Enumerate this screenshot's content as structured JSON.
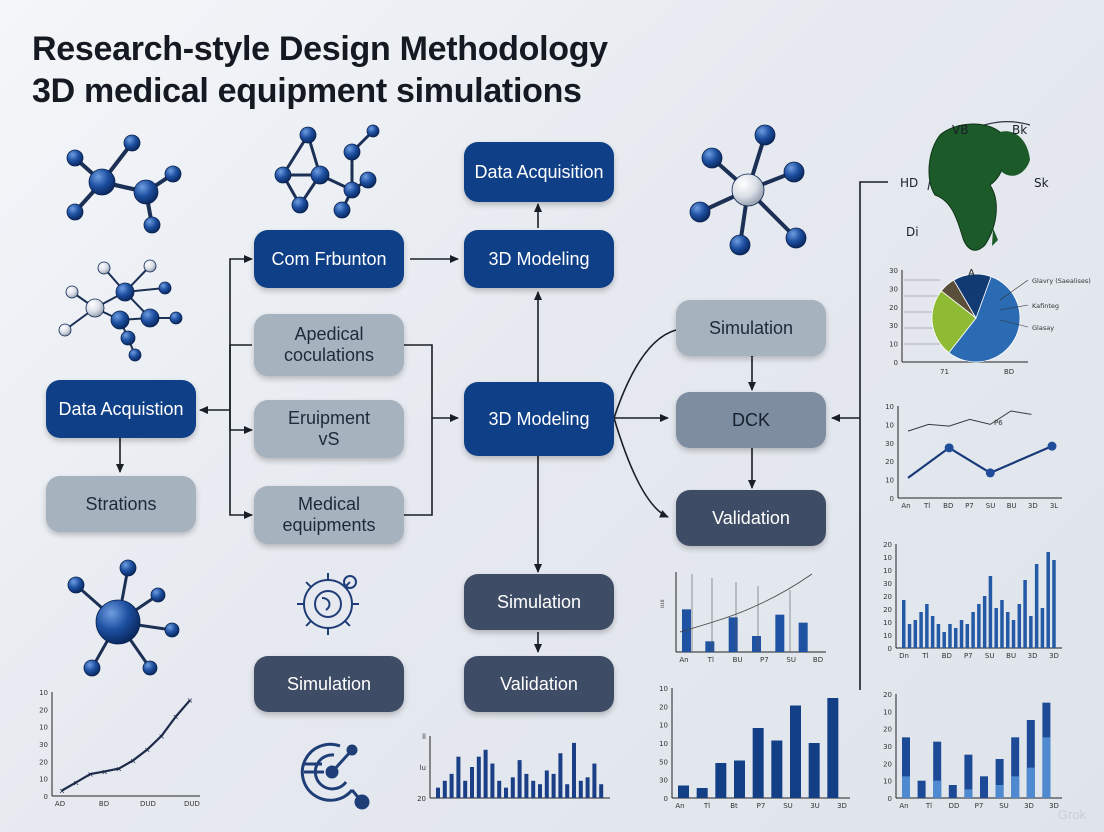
{
  "title": {
    "line1": "Research-style Design Methodology",
    "line2": "3D medical equipment simulations"
  },
  "boxes": {
    "data_acquisition_top": "Data Acquisition",
    "com_frbunton": "Com Frbunton",
    "modeling_top": "3D Modeling",
    "apedical_line1": "Apedical",
    "apedical_line2": "coculations",
    "data_acquistion_left": "Data Acquistion",
    "equipment_line1": "Eruipment",
    "equipment_line2": "vS",
    "strations": "Strations",
    "medical_line1": "Medical",
    "medical_line2": "equipments",
    "modeling_center": "3D Modeling",
    "simulation_right": "Simulation",
    "dck": "DCK",
    "validation_right": "Validation",
    "simulation_center": "Simulation",
    "validation_center": "Validation",
    "simulation_left": "Simulation"
  },
  "globe": {
    "label_vb": "VB",
    "label_bk": "Bk",
    "label_hd": "HD",
    "label_sk": "Sk",
    "label_di": "Di"
  },
  "chart_data": [
    {
      "type": "pie",
      "title": "",
      "y_ticks": [
        "30",
        "30",
        "20",
        "30",
        "10",
        "0"
      ],
      "x_labels": [
        "71",
        "BD"
      ],
      "annotation": "A",
      "slices": [
        {
          "name": "Glavry (Saealises)",
          "value": 55,
          "color": "#2a6bb3"
        },
        {
          "name": "Kafinteg",
          "value": 25,
          "color": "#8fba34"
        },
        {
          "name": "Glasay",
          "value": 6,
          "color": "#5a4f3b"
        },
        {
          "name": "",
          "value": 14,
          "color": "#123a73"
        }
      ]
    },
    {
      "type": "line",
      "y_ticks": [
        "10",
        "10",
        "30",
        "20",
        "10",
        "0"
      ],
      "x_labels": [
        "An",
        "Tl",
        "BD",
        "P7",
        "SU",
        "BU",
        "3D",
        "3L"
      ],
      "annotation": "P6",
      "series": [
        {
          "name": "",
          "points": [
            [
              0,
              12
            ],
            [
              2,
              30
            ],
            [
              4,
              15
            ],
            [
              7,
              31
            ]
          ],
          "color": "#17397a"
        },
        {
          "name": "",
          "points": [
            [
              0,
              40
            ],
            [
              1,
              44
            ],
            [
              2,
              43
            ],
            [
              3,
              47
            ],
            [
              4,
              44
            ],
            [
              5,
              52
            ],
            [
              6,
              50
            ]
          ],
          "color": "#333a44"
        }
      ],
      "ylim": [
        0,
        55
      ]
    },
    {
      "type": "bar",
      "y_ticks": [
        "20",
        "10",
        "10",
        "30",
        "20",
        "20",
        "10",
        "10",
        "0"
      ],
      "x_labels": [
        "Dn",
        "Tl",
        "BD",
        "P7",
        "SU",
        "BU",
        "3D",
        "3D"
      ],
      "values": [
        12,
        6,
        7,
        9,
        11,
        8,
        6,
        4,
        6,
        5,
        7,
        6,
        9,
        11,
        13,
        18,
        10,
        12,
        9,
        7,
        11,
        17,
        8,
        21,
        10,
        24,
        22
      ],
      "color": "#2459a6",
      "ylim": [
        0,
        26
      ]
    },
    {
      "type": "bar",
      "y_ticks": [
        "20",
        "10",
        "20",
        "30",
        "20",
        "10",
        "0"
      ],
      "x_labels": [
        "An",
        "Tl",
        "DD",
        "P7",
        "SU",
        "3D",
        "3D"
      ],
      "series": [
        {
          "name": "",
          "values": [
            14,
            4,
            13,
            3,
            10,
            5,
            9,
            14,
            18,
            22
          ],
          "color": "#1d4a96"
        },
        {
          "name": "",
          "values": [
            5,
            0,
            4,
            0,
            2,
            0,
            3,
            5,
            7,
            14
          ],
          "color": "#4f8ad0"
        }
      ],
      "ylim": [
        0,
        24
      ]
    },
    {
      "type": "bar",
      "y_ticks": [
        "10",
        "20",
        "10",
        "10",
        "50",
        "30",
        "0"
      ],
      "x_labels": [
        "An",
        "Tl",
        "Bt",
        "P7",
        "SU",
        "3U",
        "3D"
      ],
      "values": [
        5,
        4,
        14,
        15,
        28,
        23,
        37,
        22,
        40
      ],
      "color": "#123f86",
      "ylim": [
        0,
        44
      ]
    },
    {
      "type": "bar",
      "y_ticks": [
        "ll",
        "lu",
        "20"
      ],
      "x_labels": [],
      "values": [
        3,
        5,
        7,
        12,
        5,
        9,
        12,
        14,
        10,
        5,
        3,
        6,
        11,
        7,
        5,
        4,
        8,
        7,
        13,
        4,
        16,
        5,
        6,
        10,
        4
      ],
      "color": "#1a3f86",
      "ylim": [
        0,
        18
      ]
    },
    {
      "type": "bar",
      "y_ticks": [],
      "x_labels": [
        "An",
        "Tl",
        "BU",
        "P7",
        "SU",
        "BD"
      ],
      "series": [
        {
          "name": "",
          "values": [
            16,
            4,
            13,
            6,
            14,
            11
          ],
          "color": "#1e52a3"
        },
        {
          "name": "",
          "values": [
            0,
            0,
            0,
            0,
            0,
            0
          ],
          "color": "#4b8bd3"
        }
      ],
      "ylim": [
        0,
        30
      ]
    },
    {
      "type": "line",
      "y_ticks": [
        "10",
        "20",
        "10",
        "30",
        "20",
        "10",
        "0"
      ],
      "x_labels": [
        "AD",
        "BD",
        "DUD",
        "DUD"
      ],
      "series": [
        {
          "name": "",
          "points": [
            [
              0,
              2
            ],
            [
              1,
              5
            ],
            [
              2,
              8
            ],
            [
              3,
              9
            ],
            [
              4,
              10
            ],
            [
              5,
              13
            ],
            [
              6,
              17
            ],
            [
              7,
              22
            ],
            [
              8,
              29
            ],
            [
              9,
              35
            ]
          ],
          "color": "#1d2a4a"
        }
      ],
      "ylim": [
        0,
        38
      ]
    }
  ],
  "watermark": "Grok"
}
